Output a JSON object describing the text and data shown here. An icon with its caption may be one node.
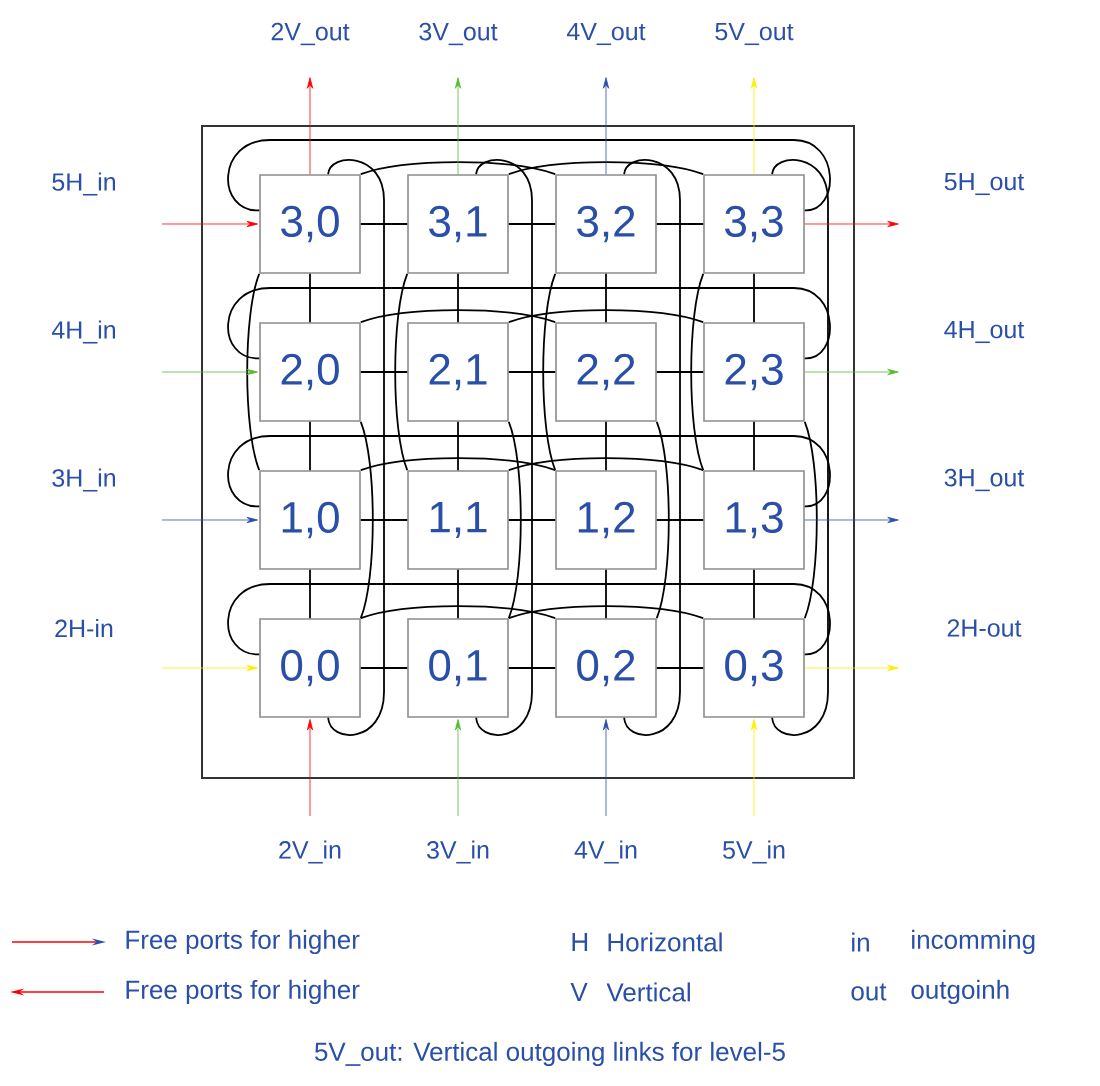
{
  "diagram": {
    "caption": "5V_out: Vertical outgoing links for level-5",
    "nodes": [
      {
        "text": [
          "3,0"
        ]
      },
      {
        "text": [
          "3,1"
        ]
      },
      {
        "text": [
          "3,2"
        ]
      },
      {
        "text": [
          "3,3"
        ]
      },
      {
        "text": [
          "2,0"
        ]
      },
      {
        "text": [
          "2,1"
        ]
      },
      {
        "text": [
          "2,2"
        ]
      },
      {
        "text": [
          "2,3"
        ]
      },
      {
        "text": [
          "1,0"
        ]
      },
      {
        "text": [
          "1,1"
        ]
      },
      {
        "text": [
          "1,2"
        ]
      },
      {
        "text": [
          "1,3"
        ]
      },
      {
        "text": [
          "0,0"
        ]
      },
      {
        "text": [
          "0,1"
        ]
      },
      {
        "text": [
          "0,2"
        ]
      },
      {
        "text": [
          "0,3"
        ]
      },
      {
        "text": [
          "2V_out"
        ]
      },
      {
        "text": [
          "3V_out"
        ]
      },
      {
        "text": [
          "4V_out"
        ]
      },
      {
        "text": [
          "5V_out"
        ]
      },
      {
        "text": [
          "5H_in"
        ]
      },
      {
        "text": [
          "5H_out"
        ]
      },
      {
        "text": [
          "4H_in"
        ]
      },
      {
        "text": [
          "4H_out"
        ]
      },
      {
        "text": [
          "3H_in"
        ]
      },
      {
        "text": [
          "3H_out"
        ]
      },
      {
        "text": [
          "2H-in"
        ]
      },
      {
        "text": [
          "2H-out"
        ]
      },
      {
        "text": [
          "2V_in"
        ]
      },
      {
        "text": [
          "3V_in"
        ]
      },
      {
        "text": [
          "4V_in"
        ]
      },
      {
        "text": [
          "5V_in"
        ]
      }
    ],
    "edges": [
      {
        "from": 0,
        "to": 1,
        "arrow": "none"
      },
      {
        "from": 1,
        "to": 2,
        "arrow": "none"
      },
      {
        "from": 2,
        "to": 3,
        "arrow": "none"
      },
      {
        "from": 4,
        "to": 5,
        "arrow": "none"
      },
      {
        "from": 5,
        "to": 6,
        "arrow": "none"
      },
      {
        "from": 6,
        "to": 7,
        "arrow": "none"
      },
      {
        "from": 8,
        "to": 9,
        "arrow": "none"
      },
      {
        "from": 9,
        "to": 10,
        "arrow": "none"
      },
      {
        "from": 10,
        "to": 11,
        "arrow": "none"
      },
      {
        "from": 12,
        "to": 13,
        "arrow": "none"
      },
      {
        "from": 13,
        "to": 14,
        "arrow": "none"
      },
      {
        "from": 14,
        "to": 15,
        "arrow": "none"
      },
      {
        "from": 0,
        "to": 4,
        "arrow": "none"
      },
      {
        "from": 4,
        "to": 8,
        "arrow": "none"
      },
      {
        "from": 8,
        "to": 12,
        "arrow": "none"
      },
      {
        "from": 1,
        "to": 5,
        "arrow": "none"
      },
      {
        "from": 5,
        "to": 9,
        "arrow": "none"
      },
      {
        "from": 9,
        "to": 13,
        "arrow": "none"
      },
      {
        "from": 2,
        "to": 6,
        "arrow": "none"
      },
      {
        "from": 6,
        "to": 10,
        "arrow": "none"
      },
      {
        "from": 10,
        "to": 14,
        "arrow": "none"
      },
      {
        "from": 3,
        "to": 7,
        "arrow": "none"
      },
      {
        "from": 7,
        "to": 11,
        "arrow": "none"
      },
      {
        "from": 11,
        "to": 15,
        "arrow": "none"
      },
      {
        "from": 0,
        "to": 2,
        "arrow": "none"
      },
      {
        "from": 1,
        "to": 3,
        "arrow": "none"
      },
      {
        "from": 4,
        "to": 6,
        "arrow": "none"
      },
      {
        "from": 5,
        "to": 7,
        "arrow": "none"
      },
      {
        "from": 8,
        "to": 10,
        "arrow": "none"
      },
      {
        "from": 9,
        "to": 11,
        "arrow": "none"
      },
      {
        "from": 12,
        "to": 14,
        "arrow": "none"
      },
      {
        "from": 13,
        "to": 15,
        "arrow": "none"
      },
      {
        "from": 0,
        "to": 3,
        "arrow": "none"
      },
      {
        "from": 4,
        "to": 7,
        "arrow": "none"
      },
      {
        "from": 8,
        "to": 11,
        "arrow": "none"
      },
      {
        "from": 12,
        "to": 15,
        "arrow": "none"
      },
      {
        "from": 0,
        "to": 8,
        "arrow": "none"
      },
      {
        "from": 4,
        "to": 12,
        "arrow": "none"
      },
      {
        "from": 1,
        "to": 9,
        "arrow": "none"
      },
      {
        "from": 5,
        "to": 13,
        "arrow": "none"
      },
      {
        "from": 2,
        "to": 10,
        "arrow": "none"
      },
      {
        "from": 6,
        "to": 14,
        "arrow": "none"
      },
      {
        "from": 3,
        "to": 11,
        "arrow": "none"
      },
      {
        "from": 7,
        "to": 15,
        "arrow": "none"
      },
      {
        "from": 0,
        "to": 12,
        "arrow": "none"
      },
      {
        "from": 1,
        "to": 13,
        "arrow": "none"
      },
      {
        "from": 2,
        "to": 14,
        "arrow": "none"
      },
      {
        "from": 3,
        "to": 15,
        "arrow": "none"
      },
      {
        "from": 0,
        "to": 16,
        "arrow": "to",
        "color": "#ff0000"
      },
      {
        "from": 1,
        "to": 17,
        "arrow": "to",
        "color": "#55bb33"
      },
      {
        "from": 2,
        "to": 18,
        "arrow": "to",
        "color": "#2a4fa8"
      },
      {
        "from": 3,
        "to": 19,
        "arrow": "to",
        "color": "#ffee00"
      },
      {
        "from": 20,
        "to": 0,
        "arrow": "to",
        "color": "#ff0000"
      },
      {
        "from": 3,
        "to": 21,
        "arrow": "to",
        "color": "#ff0000"
      },
      {
        "from": 22,
        "to": 4,
        "arrow": "to",
        "color": "#55bb33"
      },
      {
        "from": 7,
        "to": 23,
        "arrow": "to",
        "color": "#55bb33"
      },
      {
        "from": 24,
        "to": 8,
        "arrow": "to",
        "color": "#2a4fa8"
      },
      {
        "from": 11,
        "to": 25,
        "arrow": "to",
        "color": "#2a4fa8"
      },
      {
        "from": 26,
        "to": 12,
        "arrow": "to",
        "color": "#ffee00"
      },
      {
        "from": 15,
        "to": 27,
        "arrow": "to",
        "color": "#ffee00"
      },
      {
        "from": 28,
        "to": 12,
        "arrow": "to",
        "color": "#ff0000"
      },
      {
        "from": 29,
        "to": 13,
        "arrow": "to",
        "color": "#55bb33"
      },
      {
        "from": 30,
        "to": 14,
        "arrow": "to",
        "color": "#2a4fa8"
      },
      {
        "from": 31,
        "to": 15,
        "arrow": "to",
        "color": "#ffee00"
      }
    ],
    "labels": [
      "H",
      "Horizontal",
      "in",
      "incomming",
      "V",
      "Vertical",
      "out",
      "outgoinh"
    ],
    "legend": [
      {
        "text": "Free ports for higher"
      },
      {
        "text": "Free ports for higher"
      }
    ]
  }
}
